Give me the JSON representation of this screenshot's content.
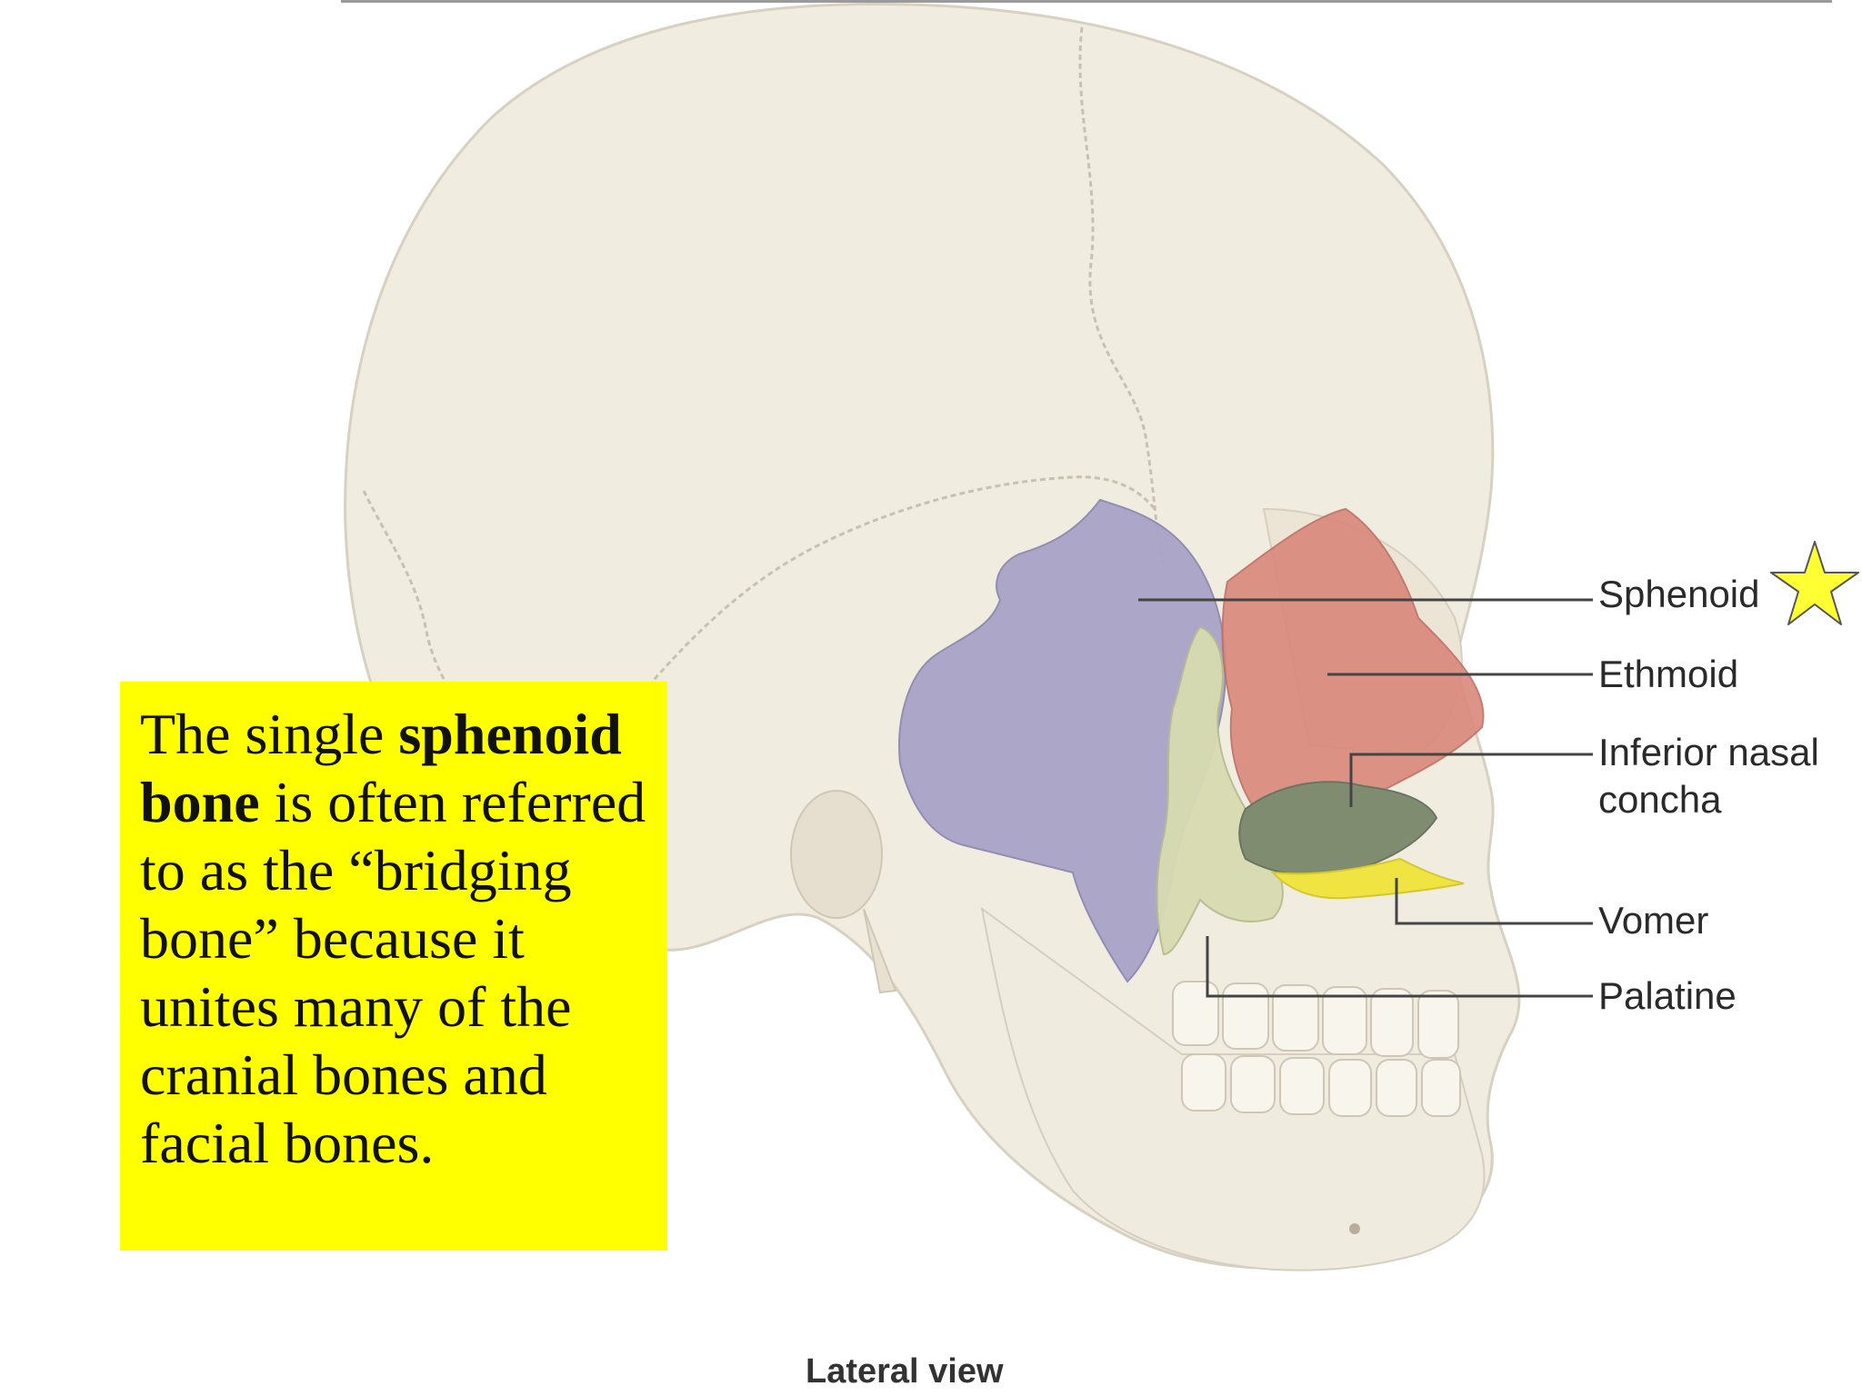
{
  "labels": {
    "sphenoid": "Sphenoid",
    "ethmoid": "Ethmoid",
    "inferior_nasal_concha": "Inferior nasal concha",
    "vomer": "Vomer",
    "palatine": "Palatine"
  },
  "caption": "Lateral view",
  "callout": {
    "part1": "The single ",
    "bold": "sphenoid bone",
    "part2": " is often referred to as the “bridging bone” because it unites many of the cranial bones and facial bones."
  },
  "colors": {
    "callout_background": "#ffff00",
    "star": "#ffff33",
    "skull": "#f1ece0",
    "sphenoid": "#a9a3c8",
    "ethmoid": "#d9897c",
    "inferior_nasal_concha": "#808c70",
    "vomer": "#f0e442",
    "palatine": "#d8dcb0"
  },
  "icons": {
    "star": "star-icon"
  }
}
